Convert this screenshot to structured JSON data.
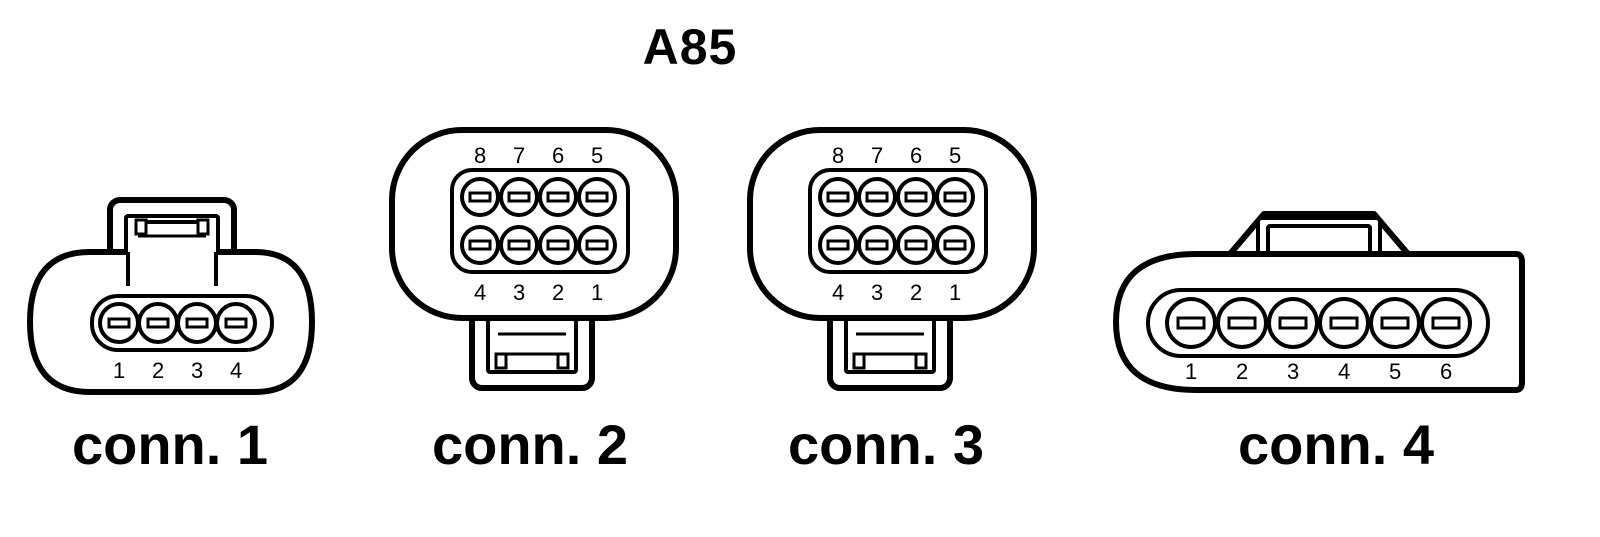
{
  "diagram": {
    "title": "A85",
    "connectors": [
      {
        "label": "conn. 1",
        "pins_bottom": [
          "1",
          "2",
          "3",
          "4"
        ]
      },
      {
        "label": "conn. 2",
        "pins_top": [
          "8",
          "7",
          "6",
          "5"
        ],
        "pins_bottom": [
          "4",
          "3",
          "2",
          "1"
        ]
      },
      {
        "label": "conn. 3",
        "pins_top": [
          "8",
          "7",
          "6",
          "5"
        ],
        "pins_bottom": [
          "4",
          "3",
          "2",
          "1"
        ]
      },
      {
        "label": "conn. 4",
        "pins_bottom": [
          "1",
          "2",
          "3",
          "4",
          "5",
          "6"
        ]
      }
    ]
  }
}
